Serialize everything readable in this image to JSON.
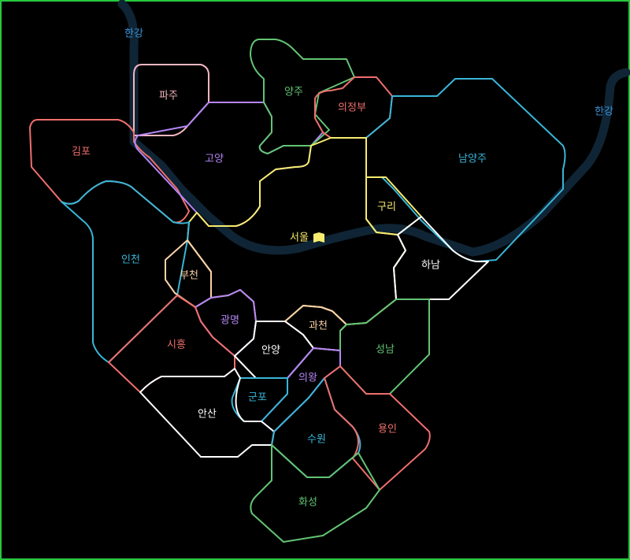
{
  "river": {
    "label": "한강",
    "color": "#0f2535",
    "label_color": "#3d93d8"
  },
  "regions": {
    "paju": {
      "label": "파주",
      "color": "#f4b6c2"
    },
    "gimpo": {
      "label": "김포",
      "color": "#ef6f6c"
    },
    "goyang": {
      "label": "고양",
      "color": "#b586f6"
    },
    "yangju": {
      "label": "양주",
      "color": "#63c474"
    },
    "uijeongbu": {
      "label": "의정부",
      "color": "#ef6f6c"
    },
    "namyangju": {
      "label": "남양주",
      "color": "#39b6d8"
    },
    "guri": {
      "label": "구리",
      "color": "#f7ec6e"
    },
    "seoul": {
      "label": "서울",
      "color": "#f7ec6e",
      "icon": "flag-icon"
    },
    "hanam": {
      "label": "하남",
      "color": "#ffffff"
    },
    "incheon": {
      "label": "인천",
      "color": "#39b6d8"
    },
    "bucheon": {
      "label": "부천",
      "color": "#f9d2a8"
    },
    "gwangmyeong": {
      "label": "광명",
      "color": "#b586f6"
    },
    "siheung": {
      "label": "시흥",
      "color": "#ef6f6c"
    },
    "gwacheon": {
      "label": "과천",
      "color": "#f9d2a8"
    },
    "anyang": {
      "label": "안양",
      "color": "#ffffff"
    },
    "seongnam": {
      "label": "성남",
      "color": "#63c474"
    },
    "uiwang": {
      "label": "의왕",
      "color": "#b586f6"
    },
    "gunpo": {
      "label": "군포",
      "color": "#39b6d8"
    },
    "ansan": {
      "label": "안산",
      "color": "#ffffff"
    },
    "suwon": {
      "label": "수원",
      "color": "#39b6d8"
    },
    "yongin": {
      "label": "용인",
      "color": "#ef6f6c"
    },
    "hwaseong": {
      "label": "화성",
      "color": "#63c474"
    }
  },
  "frame_color": "#27c93f"
}
